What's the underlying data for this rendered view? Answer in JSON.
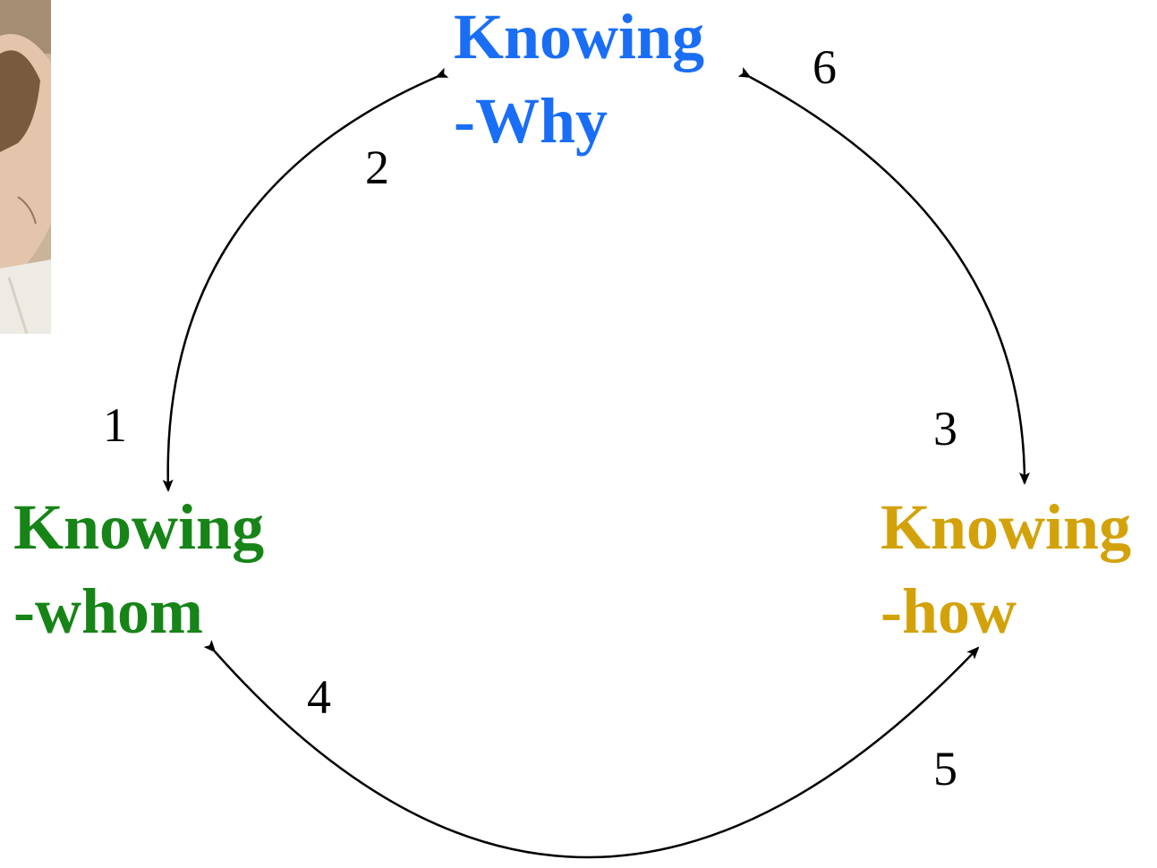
{
  "nodes": {
    "why": {
      "line1": "Knowing",
      "line2": "-Why",
      "color": "#1a6ef5"
    },
    "whom": {
      "line1": "Knowing",
      "line2": "-whom",
      "color": "#168417"
    },
    "how": {
      "line1": "Knowing",
      "line2": "-how",
      "color": "#d3a20a"
    }
  },
  "edges": [
    {
      "label": "1",
      "from": "why",
      "to": "whom"
    },
    {
      "label": "2",
      "from": "whom",
      "to": "why"
    },
    {
      "label": "3",
      "from": "why",
      "to": "how"
    },
    {
      "label": "4",
      "from": "how",
      "to": "whom"
    },
    {
      "label": "5",
      "from": "whom",
      "to": "how"
    },
    {
      "label": "6",
      "from": "how",
      "to": "why"
    }
  ],
  "photo": {
    "icon": "person-photo-fragment"
  },
  "colors": {
    "arrow": "#000000",
    "background": "#ffffff"
  }
}
